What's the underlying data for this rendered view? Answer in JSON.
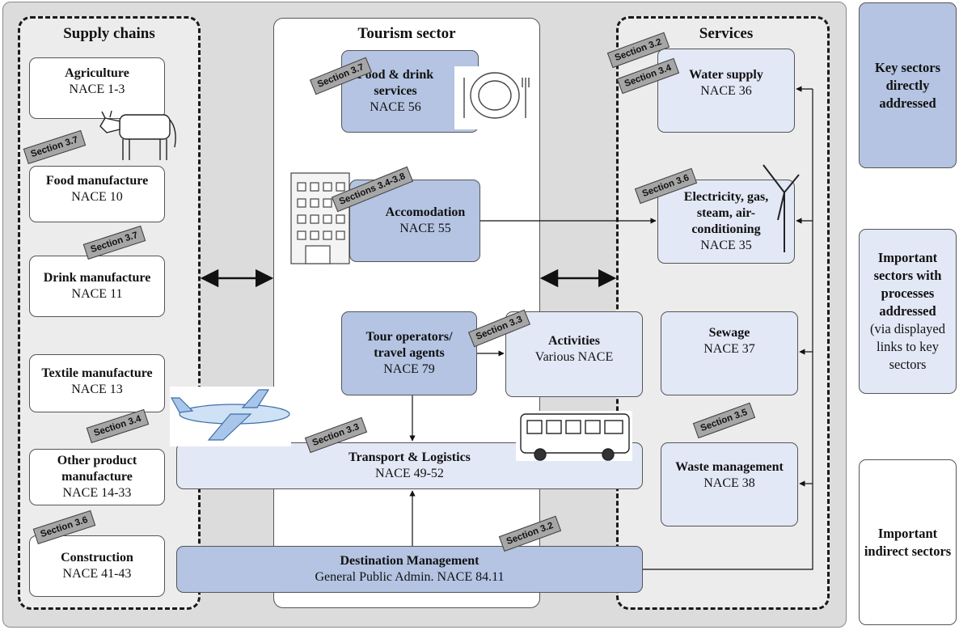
{
  "groups": {
    "supply_chains": "Supply chains",
    "tourism_sector": "Tourism sector",
    "services": "Services"
  },
  "supply": [
    {
      "name": "Agriculture",
      "code": "NACE 1-3"
    },
    {
      "name": "Food manufacture",
      "code": "NACE 10"
    },
    {
      "name": "Drink manufacture",
      "code": "NACE 11"
    },
    {
      "name": "Textile manufacture",
      "code": "NACE 13"
    },
    {
      "name": "Other product manufacture",
      "code": "NACE 14-33"
    },
    {
      "name": "Construction",
      "code": "NACE 41-43"
    }
  ],
  "tourism": {
    "food_drink": {
      "name": "Food & drink services",
      "code": "NACE 56"
    },
    "accommodation": {
      "name": "Accomodation",
      "code": "NACE 55"
    },
    "tour_operators": {
      "name": "Tour operators/ travel agents",
      "code": "NACE 79"
    },
    "activities": {
      "name": "Activities",
      "code": "Various NACE"
    },
    "transport": {
      "name": "Transport & Logistics",
      "code": "NACE 49-52"
    },
    "destination": {
      "name": "Destination Management",
      "code": "General Public Admin. NACE 84.11"
    }
  },
  "services": [
    {
      "name": "Water supply",
      "code": "NACE 36"
    },
    {
      "name": "Electricity, gas, steam, air-conditioning",
      "code": "NACE 35"
    },
    {
      "name": "Sewage",
      "code": "NACE 37"
    },
    {
      "name": "Waste management",
      "code": "NACE 38"
    }
  ],
  "section_tags": {
    "agriculture": "Section 3.7",
    "drink": "Section 3.7",
    "textile": "Section 3.4",
    "construction": "Section 3.6",
    "food_drink": "Section 3.7",
    "accommodation": "Sections 3.4-3.8",
    "activities": "Section 3.3",
    "transport": "Section 3.3",
    "destination": "Section 3.2",
    "water_a": "Section 3.2",
    "water_b": "Section 3.4",
    "electricity": "Section 3.6",
    "waste": "Section 3.5"
  },
  "legend": {
    "key": "Key sectors directly addressed",
    "important_bold": "Important sectors with processes addressed",
    "important_note": "(via displayed links to key sectors",
    "indirect": "Important indirect sectors"
  },
  "colors": {
    "key_sector": "#b4c4e2",
    "important_sector": "#e3e8f6",
    "indirect_sector": "#ffffff",
    "section_tag": "#a6a6a6",
    "background": "#dcdcdc"
  },
  "icons": [
    "cow-icon",
    "plate-icon",
    "hotel-icon",
    "airplane-icon",
    "bus-icon",
    "wind-turbine-icon"
  ]
}
